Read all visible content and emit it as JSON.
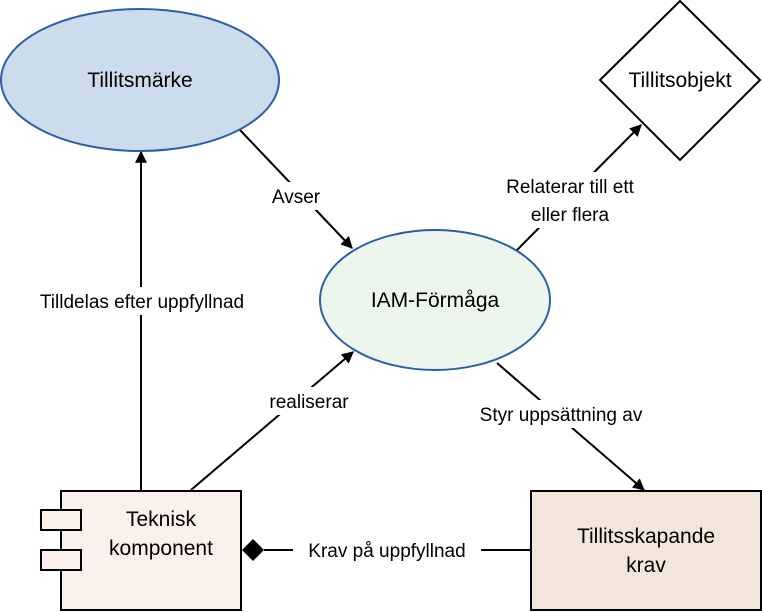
{
  "nodes": {
    "tillitsmarke": {
      "label": "Tillitsmärke",
      "fill": "#cddcec",
      "stroke": "#2d5fa8"
    },
    "tillitsobjekt": {
      "label": "Tillitsobjekt",
      "fill": "#ffffff",
      "stroke": "#000000"
    },
    "iam_formaga": {
      "label": "IAM-Förmåga",
      "fill": "#edf6ec",
      "stroke": "#2d5fa8"
    },
    "teknisk_komponent": {
      "line1": "Teknisk",
      "line2": "komponent",
      "fill": "#fbf0ec",
      "stroke": "#000000"
    },
    "tillitsskapande_krav": {
      "line1": "Tillitsskapande",
      "line2": "krav",
      "fill": "#f2e6da",
      "stroke": "#000000"
    }
  },
  "edges": {
    "avser": {
      "label": "Avser"
    },
    "relaterar": {
      "line1": "Relaterar till ett",
      "line2": "eller flera"
    },
    "tilldelas": {
      "label": "Tilldelas efter uppfyllnad"
    },
    "realiserar": {
      "label": "realiserar"
    },
    "styr": {
      "label": "Styr uppsättning av"
    },
    "krav": {
      "label": "Krav på uppfyllnad"
    }
  }
}
